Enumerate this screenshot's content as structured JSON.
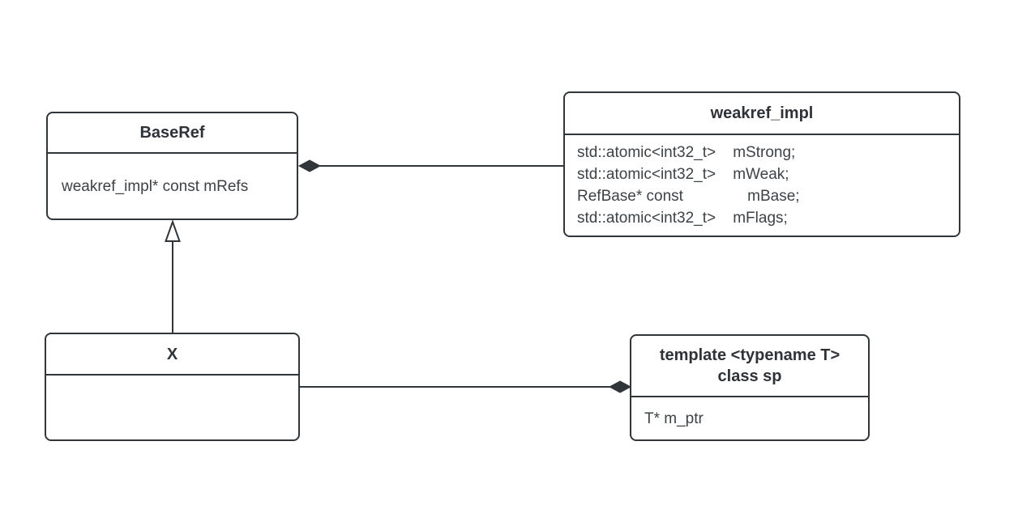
{
  "colors": {
    "background": "#ffffff",
    "stroke": "#31363b",
    "title_text": "#2f3338",
    "member_text": "#3d4247"
  },
  "nodes": {
    "baseref": {
      "title": "BaseRef",
      "members": [
        "weakref_impl* const mRefs"
      ]
    },
    "weakref_impl": {
      "title": "weakref_impl",
      "members": [
        "std::atomic<int32_t>    mStrong;",
        "std::atomic<int32_t>    mWeak;",
        "RefBase* const               mBase;",
        "std::atomic<int32_t>    mFlags;"
      ]
    },
    "x": {
      "title": "X",
      "members": []
    },
    "sp": {
      "title_line1": "template <typename T>",
      "title_line2": "class sp",
      "members": [
        "T* m_ptr"
      ]
    }
  },
  "edges": [
    {
      "id": "baseref-weakref-impl",
      "type": "aggregation",
      "marker": "filled-diamond",
      "marker_end": "BaseRef"
    },
    {
      "id": "x-baseref",
      "type": "inheritance",
      "marker": "hollow-triangle",
      "marker_end": "BaseRef"
    },
    {
      "id": "x-sp",
      "type": "aggregation",
      "marker": "filled-diamond",
      "marker_end": "sp"
    }
  ]
}
